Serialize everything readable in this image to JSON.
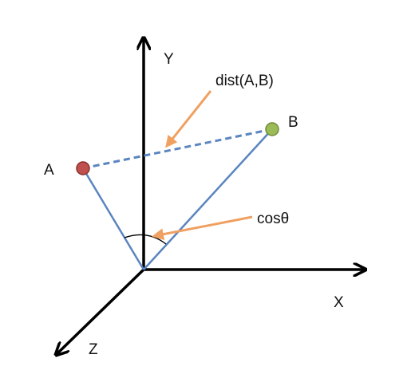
{
  "labels": {
    "x_axis": "X",
    "y_axis": "Y",
    "z_axis": "Z",
    "point_a": "A",
    "point_b": "B",
    "distance": "dist(A,B)",
    "cosine": "cosθ"
  },
  "colors": {
    "axis": "#000000",
    "vector": "#5b85c0",
    "distance_line": "#5b85c0",
    "annotation_arrow": "#f0a060",
    "point_a": "#c0504d",
    "point_b": "#9bbb59",
    "label_text": "#111111"
  }
}
